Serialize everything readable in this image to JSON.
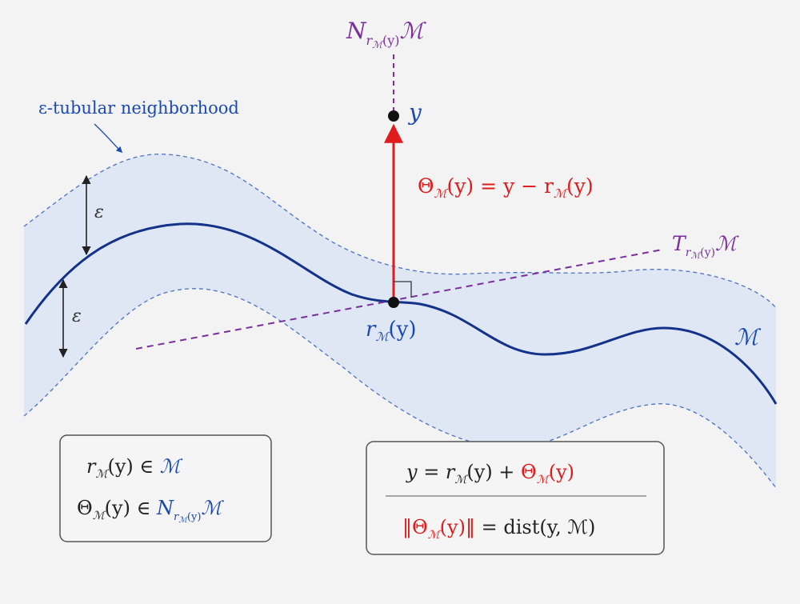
{
  "labels": {
    "normal_space": {
      "N": "N",
      "sub_r": "r",
      "sub_M": "ℳ",
      "sub_y": "(y)",
      "M": "ℳ"
    },
    "tangent_space": {
      "T": "T",
      "sub_r": "r",
      "sub_M": "ℳ",
      "sub_y": "(y)",
      "M": "ℳ"
    },
    "point_y": "y",
    "tube_label": "ε-tubular neighborhood",
    "epsilon": "ε",
    "manifold": "ℳ",
    "projection": {
      "r": "r",
      "sub_M": "ℳ",
      "arg": "(y)"
    },
    "residual_eq": {
      "Theta": "Θ",
      "sub_M": "ℳ",
      "rhs": "(y) = y − r",
      "sub_M2": "ℳ",
      "tail": "(y)"
    }
  },
  "box_left": {
    "line1": {
      "r": "r",
      "sub_M": "ℳ",
      "rest": "(y) ∈ ",
      "M": "ℳ"
    },
    "line2": {
      "Theta": "Θ",
      "sub_M": "ℳ",
      "rest": "(y) ∈ ",
      "N": "N",
      "sub_r": "r",
      "sub_M2": "ℳ",
      "sub_y": "(y)",
      "M": "ℳ"
    }
  },
  "box_right": {
    "line1": {
      "lhs": "y = r",
      "sub_M": "ℳ",
      "mid": "(y) + ",
      "Theta": "Θ",
      "sub_M2": "ℳ",
      "tail": "(y)"
    },
    "line2": {
      "open": "‖Θ",
      "sub_M": "ℳ",
      "close": "(y)‖",
      "rest": " = dist(y, ℳ)"
    }
  },
  "colors": {
    "manifold": "#13338a",
    "tube_fill": "#dfe7f5",
    "tube_edge": "#4a72c4",
    "red": "#e01b1b",
    "purple": "#7a2f9c",
    "blue_text": "#1b49b3",
    "dark": "#222222"
  }
}
